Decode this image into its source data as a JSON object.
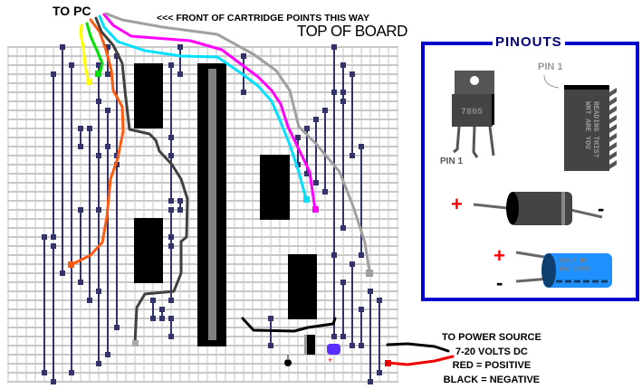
{
  "labels": {
    "to_pc": "TO PC",
    "front_of_cartridge": "<<< FRONT OF CARTRIDGE POINTS THIS WAY",
    "top_of_board": "TOP OF BOARD"
  },
  "power": {
    "lines": [
      "TO POWER SOURCE",
      "7-20 VOLTS DC",
      "RED = POSITIVE",
      "BLACK = NEGATIVE"
    ]
  },
  "pinouts": {
    "title": "PINOUTS",
    "regulator_label": "7805",
    "regulator_pin_label": "PIN 1",
    "ic_pin_label": "PIN 1",
    "ic_text": "WHT ARE YOU READING THIS?",
    "plus": "+",
    "minus": "-",
    "capacitor_text": "100uF 10 35V CE 85C"
  },
  "colors": {
    "grid": "#c8c8c8",
    "jumper": "#33336a",
    "box_border": "#0000cc",
    "wire_yellow": "#ffff00",
    "wire_green": "#00e000",
    "wire_orange": "#ff5a10",
    "wire_darkgray": "#404040",
    "wire_cyan": "#00e0ff",
    "wire_magenta": "#ff00ff",
    "wire_lightgray": "#a0a0a0",
    "power_red": "#ee0000"
  }
}
